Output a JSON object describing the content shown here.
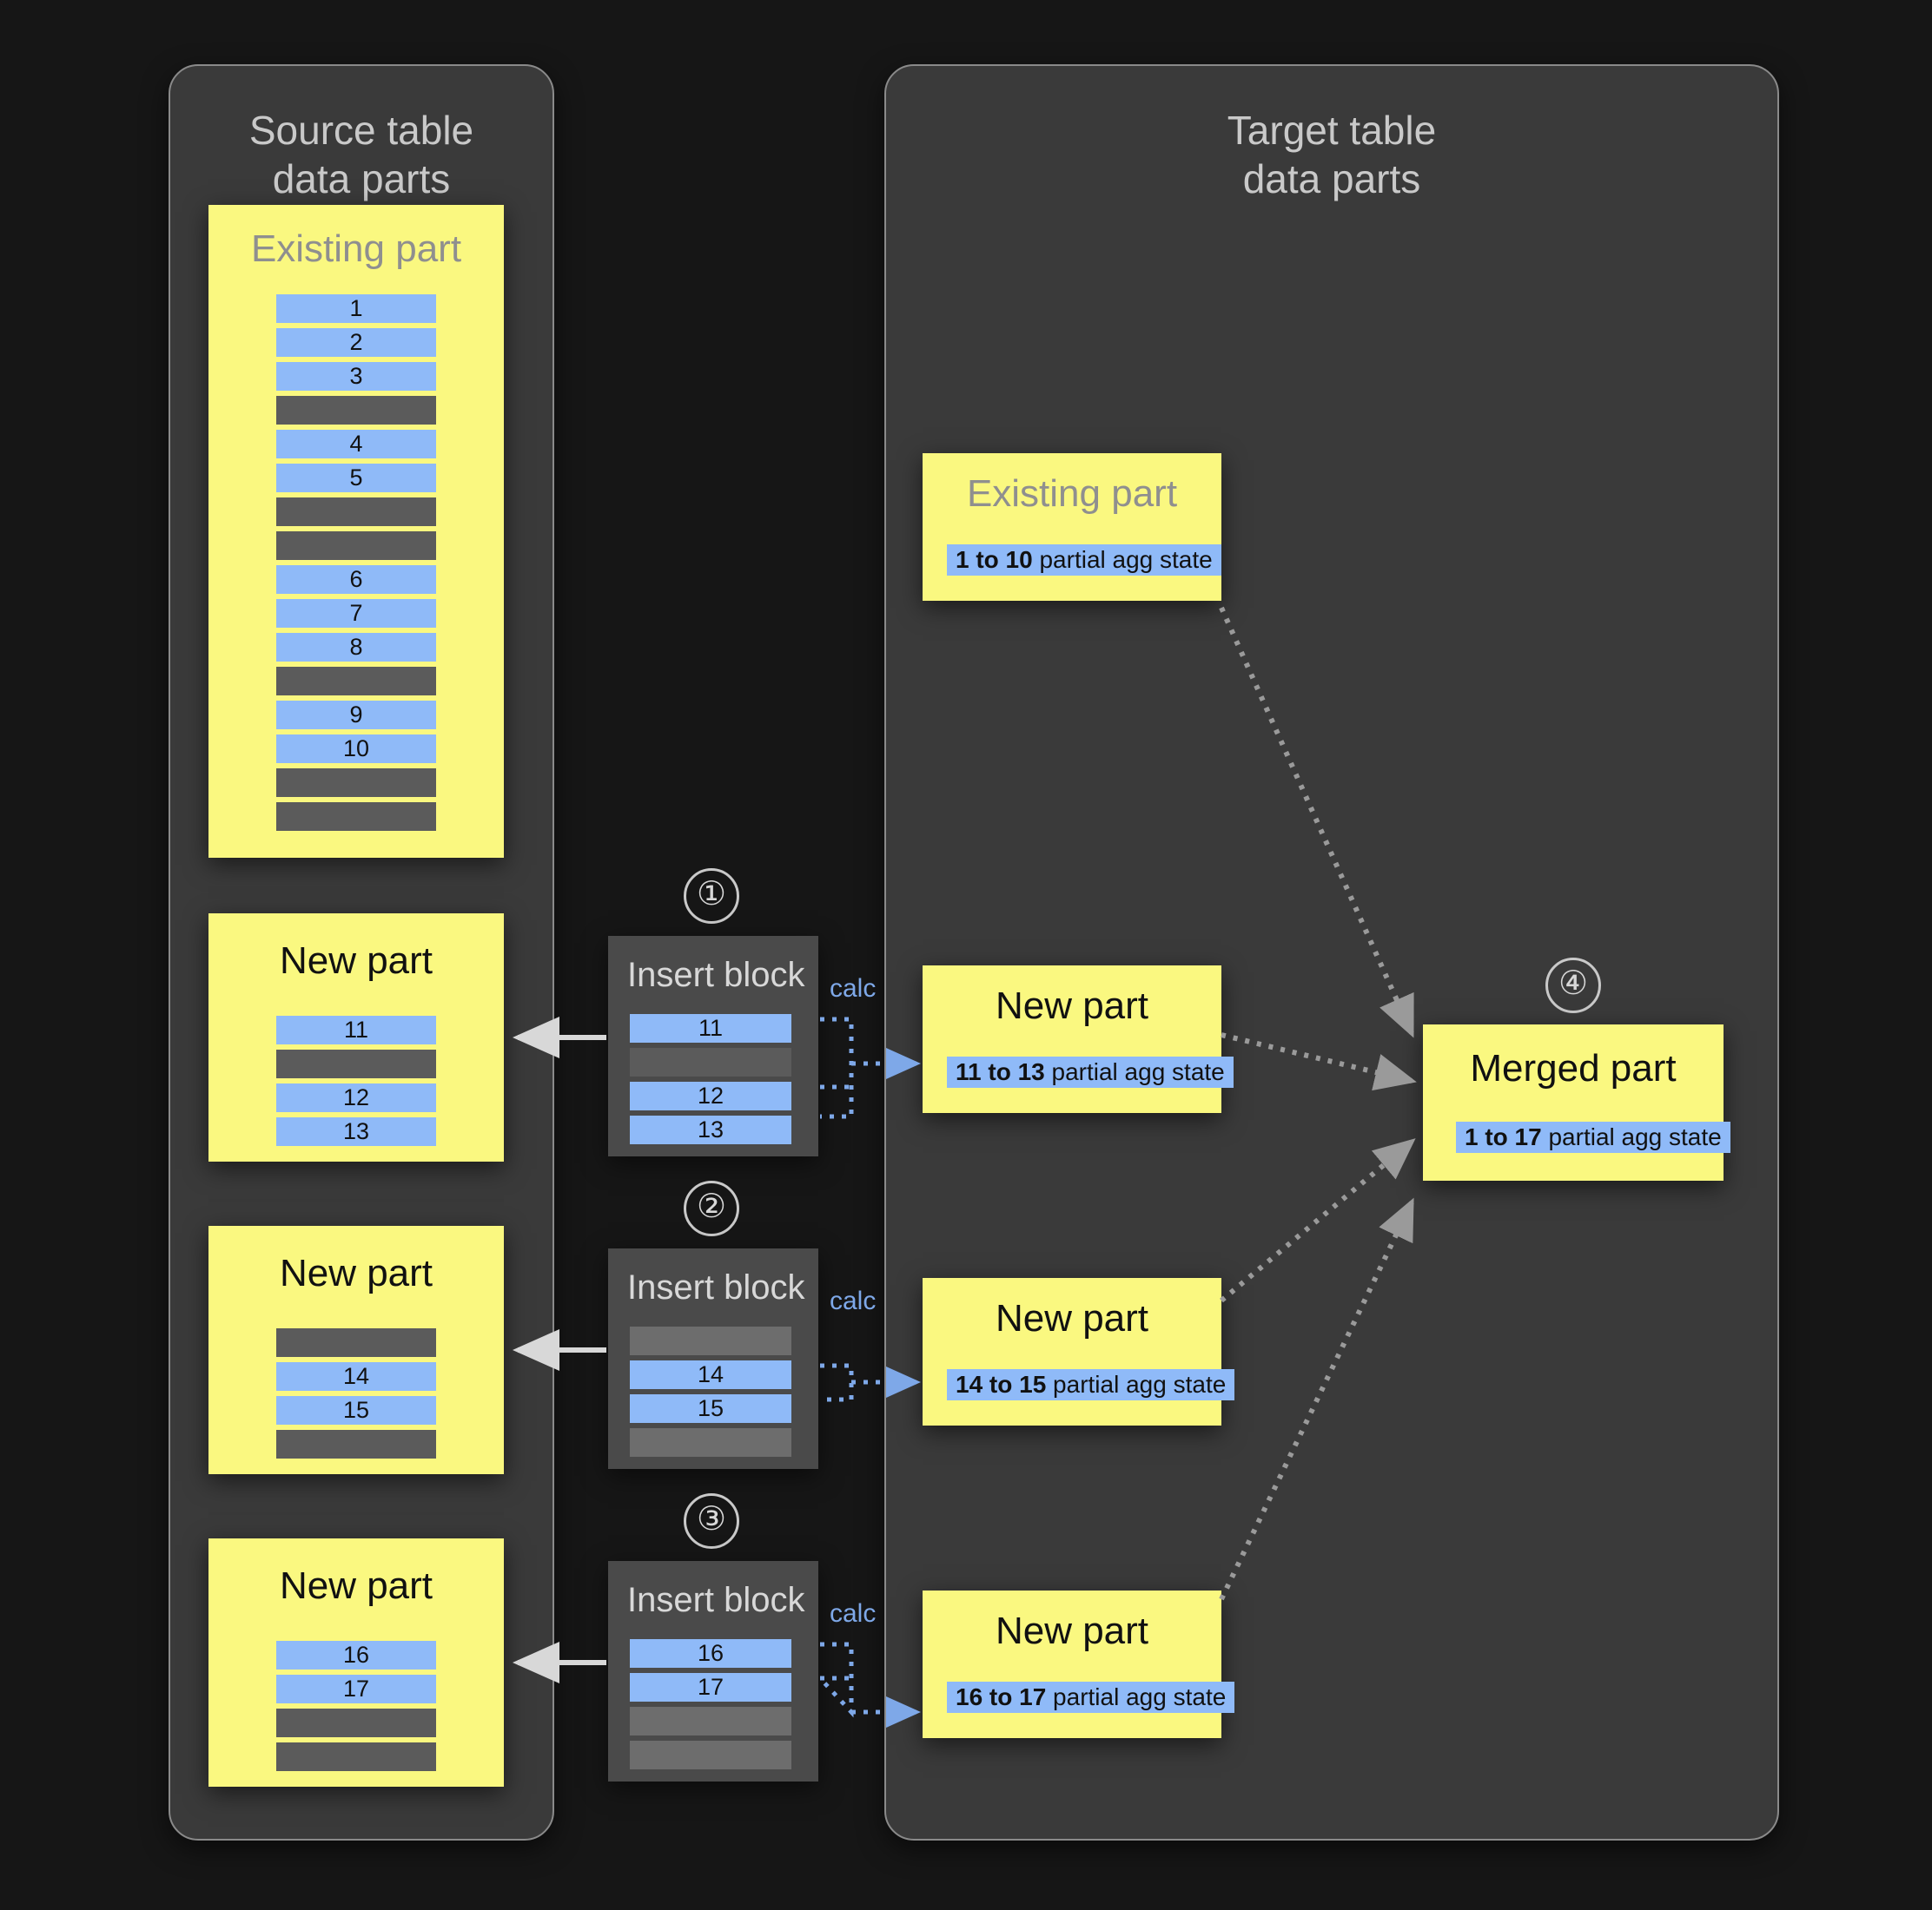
{
  "panels": {
    "source": {
      "title": "Source table\ndata parts"
    },
    "target": {
      "title": "Target table\ndata parts"
    }
  },
  "source_parts": [
    {
      "name": "source-existing-part",
      "title": "Existing part",
      "title_style": "grey",
      "rows": [
        "1",
        "2",
        "3",
        "",
        "4",
        "5",
        "",
        "",
        "6",
        "7",
        "8",
        "",
        "9",
        "10",
        "",
        ""
      ]
    },
    {
      "name": "source-new-part-1",
      "title": "New part",
      "title_style": "black",
      "rows": [
        "11",
        "",
        "12",
        "13"
      ]
    },
    {
      "name": "source-new-part-2",
      "title": "New part",
      "title_style": "black",
      "rows": [
        "",
        "14",
        "15",
        ""
      ]
    },
    {
      "name": "source-new-part-3",
      "title": "New part",
      "title_style": "black",
      "rows": [
        "16",
        "17",
        "",
        ""
      ]
    }
  ],
  "insert_blocks": [
    {
      "step": "①",
      "title": "Insert block",
      "rows": [
        "11",
        "",
        "12",
        "13"
      ],
      "calc_label": "calc"
    },
    {
      "step": "②",
      "title": "Insert block",
      "rows": [
        "",
        "14",
        "15",
        ""
      ],
      "calc_label": "calc"
    },
    {
      "step": "③",
      "title": "Insert block",
      "rows": [
        "16",
        "17",
        "",
        ""
      ],
      "calc_label": "calc"
    }
  ],
  "target_parts": [
    {
      "name": "target-existing-part",
      "title": "Existing part",
      "title_style": "grey",
      "agg_range": "1 to 10",
      "agg_suffix": " partial agg state"
    },
    {
      "name": "target-new-part-1",
      "title": "New part",
      "title_style": "black",
      "agg_range": "11 to 13",
      "agg_suffix": " partial agg state"
    },
    {
      "name": "target-new-part-2",
      "title": "New part",
      "title_style": "black",
      "agg_range": "14 to 15",
      "agg_suffix": " partial agg state"
    },
    {
      "name": "target-new-part-3",
      "title": "New part",
      "title_style": "black",
      "agg_range": "16 to 17",
      "agg_suffix": " partial agg state"
    }
  ],
  "merged_part": {
    "step": "④",
    "title": "Merged part",
    "agg_range": "1 to 17",
    "agg_suffix": " partial agg state"
  },
  "colors": {
    "background": "#161616",
    "panel": "#3a3a3a",
    "panel_border": "#8a8a8a",
    "part_yellow": "#faf880",
    "row_blue": "#8fbaf8",
    "row_grey": "#5b5b5b",
    "insert_block": "#4a4a4a",
    "calc_blue": "#7ea8e8",
    "arrow_solid": "#d8d8d8",
    "arrow_dotted": "#9a9a9a"
  }
}
